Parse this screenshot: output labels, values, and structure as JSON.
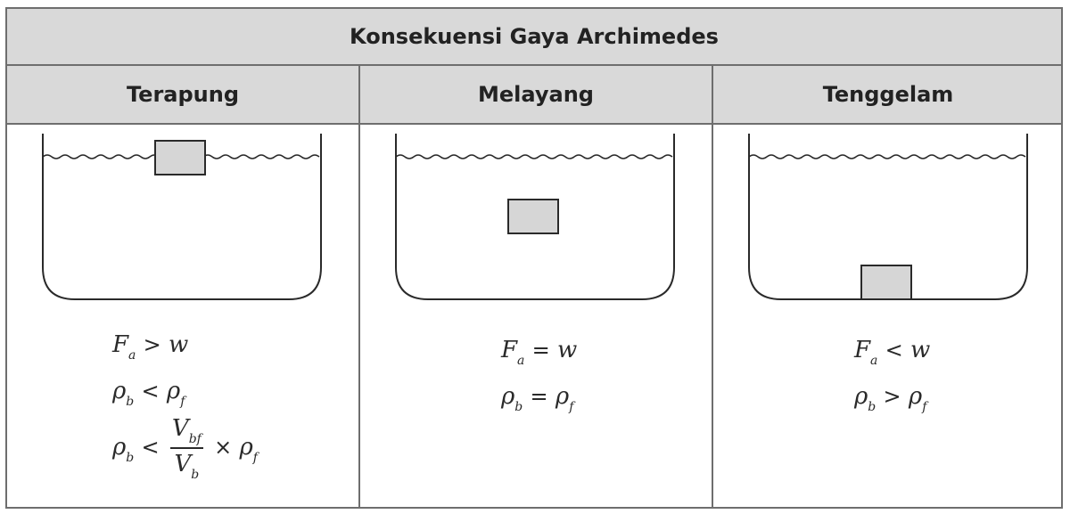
{
  "table": {
    "title": "Konsekuensi Gaya Archimedes",
    "columns": [
      {
        "header": "Terapung",
        "object_position": "floating",
        "formulas": {
          "f1_lhs": "F",
          "f1_sub": "a",
          "f1_op": ">",
          "f1_rhs": "w",
          "f2_lhs": "ρ",
          "f2_sub": "b",
          "f2_op": "<",
          "f2_rhs": "ρ",
          "f2_rsub": "f",
          "f3_lhs": "ρ",
          "f3_sub": "b",
          "f3_op": "<",
          "f3_num": "V",
          "f3_num_sub": "bf",
          "f3_den": "V",
          "f3_den_sub": "b",
          "f3_times": "×",
          "f3_rhs": "ρ",
          "f3_rsub": "f"
        }
      },
      {
        "header": "Melayang",
        "object_position": "suspended",
        "formulas": {
          "f1_lhs": "F",
          "f1_sub": "a",
          "f1_op": "=",
          "f1_rhs": "w",
          "f2_lhs": "ρ",
          "f2_sub": "b",
          "f2_op": "=",
          "f2_rhs": "ρ",
          "f2_rsub": "f"
        }
      },
      {
        "header": "Tenggelam",
        "object_position": "sunk",
        "formulas": {
          "f1_lhs": "F",
          "f1_sub": "a",
          "f1_op": "<",
          "f1_rhs": "w",
          "f2_lhs": "ρ",
          "f2_sub": "b",
          "f2_op": ">",
          "f2_rhs": "ρ",
          "f2_rsub": "f"
        }
      }
    ]
  },
  "colors": {
    "header_bg": "#d9d9d9",
    "border": "#6e6e6e",
    "object_fill": "#d6d6d6",
    "ink": "#2a2a2a"
  }
}
